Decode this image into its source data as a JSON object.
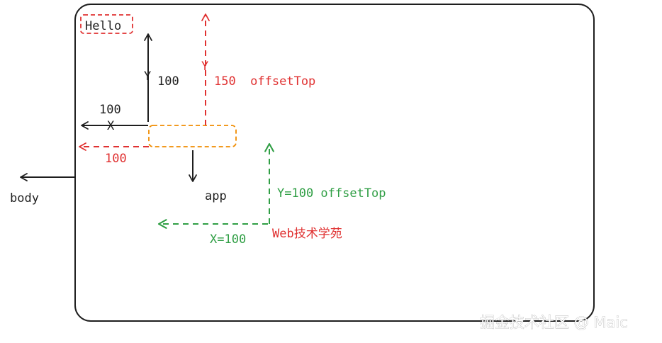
{
  "colors": {
    "black": "#1e1e1e",
    "red": "#e03131",
    "green": "#2f9e44",
    "orange": "#f08c00"
  },
  "labels": {
    "hello": "Hello",
    "body": "body",
    "app": "app",
    "black_y": "Y",
    "black_y_value": "100",
    "black_x_value": "100",
    "black_x": "X",
    "red_y": "Y",
    "red_offset": "150  offsetTop",
    "red_x_value": "100",
    "green_y": "Y=100 offsetTop",
    "green_x": "X=100",
    "red_caption": "Web技术学苑"
  },
  "watermark": "掘金技术社区 @ Maic"
}
